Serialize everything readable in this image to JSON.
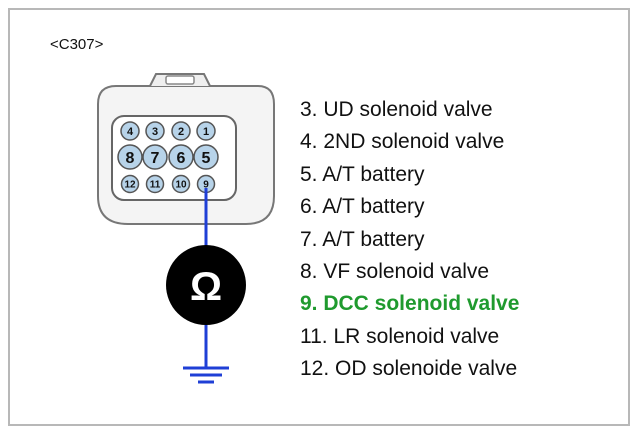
{
  "connector": {
    "label": "<C307>",
    "pins_top": [
      "4",
      "3",
      "2",
      "1"
    ],
    "pins_mid": [
      "8",
      "7",
      "6",
      "5"
    ],
    "pins_bot": [
      "12",
      "11",
      "10",
      "9"
    ]
  },
  "meter": {
    "symbol": "Ω"
  },
  "legend": [
    {
      "text": "3. UD solenoid valve",
      "highlight": false
    },
    {
      "text": "4. 2ND solenoid valve",
      "highlight": false
    },
    {
      "text": "5. A/T battery",
      "highlight": false
    },
    {
      "text": "6. A/T battery",
      "highlight": false
    },
    {
      "text": "7. A/T battery",
      "highlight": false
    },
    {
      "text": "8. VF solenoid valve",
      "highlight": false
    },
    {
      "text": "9. DCC solenoid valve",
      "highlight": true
    },
    {
      "text": "11. LR solenoid valve",
      "highlight": false
    },
    {
      "text": "12. OD solenoide valve",
      "highlight": false
    }
  ],
  "colors": {
    "wire": "#1f3fd6",
    "highlight": "#1f9a2e",
    "pin_fill": "#b7d3e9"
  }
}
